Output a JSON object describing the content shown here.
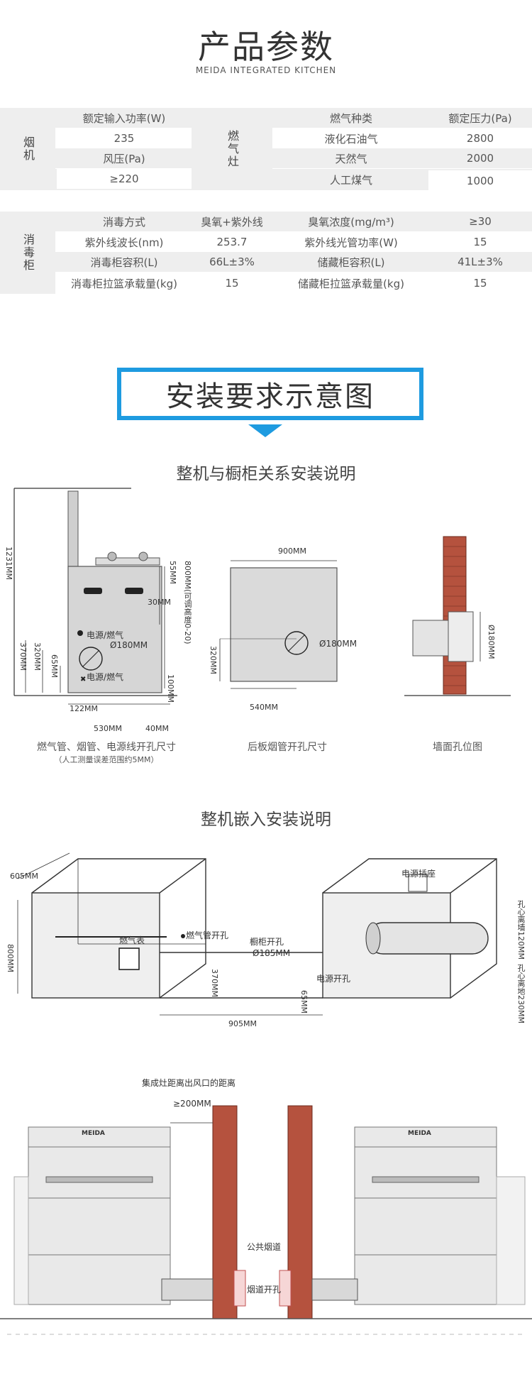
{
  "header": {
    "title": "产品参数",
    "subtitle": "MEIDA INTEGRATED KITCHEN"
  },
  "table1": {
    "hood": {
      "category": "烟机",
      "rows": [
        "额定输入功率(W)",
        "235",
        "风压(Pa)",
        "≥220"
      ]
    },
    "stove": {
      "category": "燃气灶",
      "header": [
        "燃气种类",
        "额定压力(Pa)"
      ],
      "rows": [
        [
          "液化石油气",
          "2800"
        ],
        [
          "天然气",
          "2000"
        ],
        [
          "人工煤气",
          "1000"
        ]
      ]
    }
  },
  "table2": {
    "category": "消毒柜",
    "rows": [
      [
        "消毒方式",
        "臭氧+紫外线",
        "臭氧浓度(mg/m³)",
        "≥30"
      ],
      [
        "紫外线波长(nm)",
        "253.7",
        "紫外线光管功率(W)",
        "15"
      ],
      [
        "消毒柜容积(L)",
        "66L±3%",
        "储藏柜容积(L)",
        "41L±3%"
      ],
      [
        "消毒柜拉篮承载量(kg)",
        "15",
        "储藏柜拉篮承载量(kg)",
        "15"
      ]
    ]
  },
  "install": {
    "banner": "安装要求示意图",
    "section1": {
      "title": "整机与橱柜关系安装说明",
      "captions": [
        "燃气管、烟管、电源线开孔尺寸",
        "后板烟管开孔尺寸",
        "墙面孔位图"
      ],
      "note": "（人工测量误差范围约5MM）",
      "fig1": {
        "dims": [
          "1231MM",
          "55MM",
          "30MM",
          "800MM(可调高度0-20)",
          "320MM",
          "370MM",
          "65MM",
          "100MM",
          "122MM",
          "530MM",
          "40MM"
        ],
        "labels": [
          "电源/燃气",
          "Ø180MM",
          "电源/燃气"
        ]
      },
      "fig2": {
        "dims": [
          "900MM",
          "320MM",
          "540MM"
        ],
        "labels": [
          "Ø180MM"
        ]
      },
      "fig3": {
        "dims": [
          "Ø180MM"
        ]
      }
    },
    "section2": {
      "title": "整机嵌入安装说明",
      "dims": [
        "605MM",
        "800MM",
        "370MM",
        "65MM",
        "905MM",
        "孔心离墙120MM",
        "孔心离地230MM"
      ],
      "labels": [
        "燃气表",
        "燃气管开孔",
        "橱柜开孔",
        "Ø185MM",
        "电源开孔",
        "电源插座"
      ]
    },
    "section3": {
      "labels": [
        "集成灶距离出风口的距离",
        "≥200MM",
        "公共烟道",
        "烟道开孔"
      ],
      "brand": "MEIDA"
    }
  },
  "colors": {
    "accent": "#1e9be0",
    "band": "#eeeeee",
    "brick": "#b5523e"
  }
}
